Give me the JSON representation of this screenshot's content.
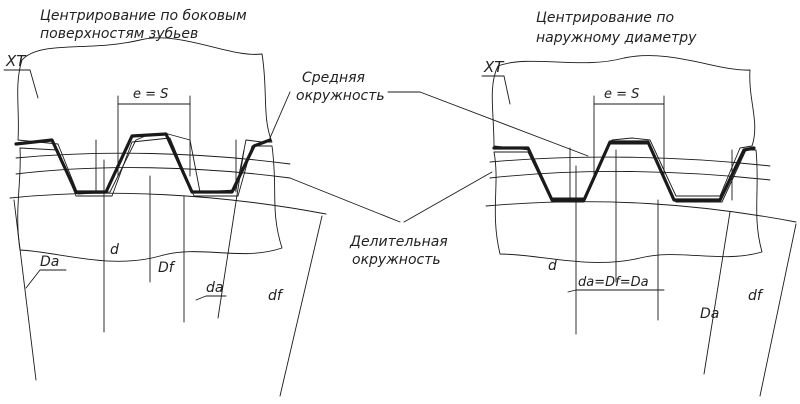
{
  "left_view": {
    "caption_line1": "Центрирование по боковым",
    "caption_line2": "поверхностям зубьев",
    "tag": "XT",
    "pitch_label": "e = S",
    "dim_Da": "Da",
    "dim_d": "d",
    "dim_Df": "Df",
    "dim_da": "da",
    "dim_df": "df"
  },
  "middle": {
    "mean_circle_line1": "Средняя",
    "mean_circle_line2": "окружность",
    "pitch_circle_line1": "Делительная",
    "pitch_circle_line2": "окружность"
  },
  "right_view": {
    "caption_line1": "Центрирование по",
    "caption_line2": "наружному диаметру",
    "tag": "XT",
    "pitch_label": "e = S",
    "dim_d": "d",
    "dim_equal": "da=Df=Da",
    "dim_Da": "Da",
    "dim_df": "df"
  },
  "colors": {
    "ink": "#1a1a1a",
    "background": "#ffffff"
  }
}
